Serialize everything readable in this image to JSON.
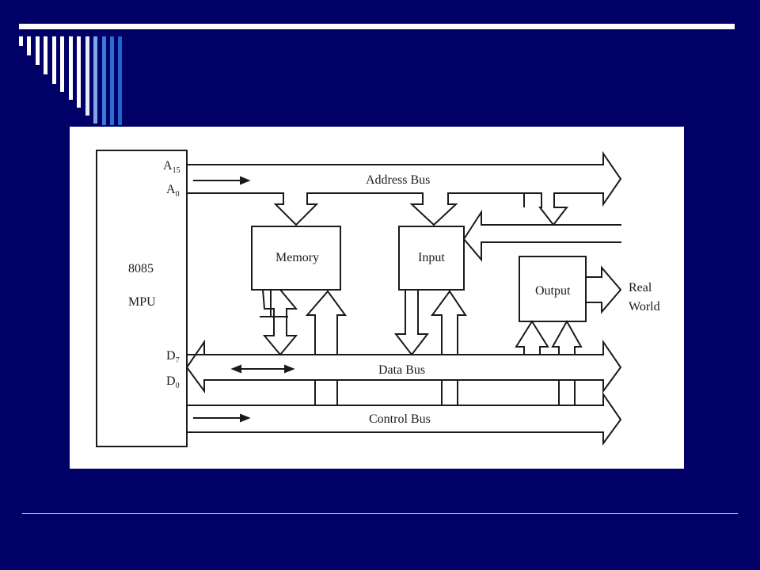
{
  "colors": {
    "background": "#000066",
    "rule": "#ffffff",
    "panel": "#ffffff",
    "ink": "#1a1a1a",
    "deco_white": "#ffffff",
    "deco_blue": "#3a7bd5"
  },
  "diagram": {
    "mpu": {
      "line1": "8085",
      "line2": "MPU"
    },
    "address_pins": {
      "high": "A",
      "high_sub": "15",
      "low": "A",
      "low_sub": "0"
    },
    "data_pins": {
      "high": "D",
      "high_sub": "7",
      "low": "D",
      "low_sub": "0"
    },
    "buses": {
      "address": "Address Bus",
      "data": "Data Bus",
      "control": "Control Bus"
    },
    "blocks": {
      "memory": "Memory",
      "input": "Input",
      "output": "Output"
    },
    "real_world": {
      "line1": "Real",
      "line2": "World"
    }
  }
}
